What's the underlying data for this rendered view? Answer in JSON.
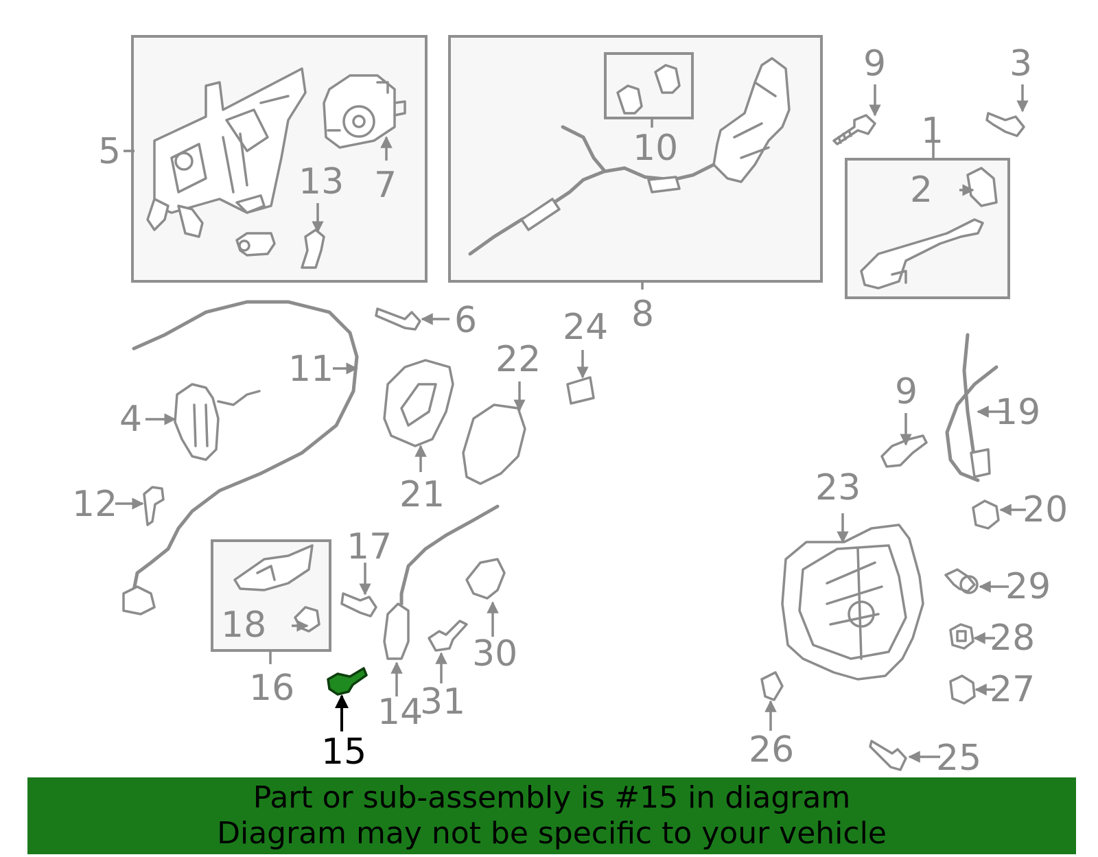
{
  "labels": {
    "p1": "1",
    "p2": "2",
    "p3": "3",
    "p4": "4",
    "p5": "5",
    "p6": "6",
    "p7": "7",
    "p8": "8",
    "p9a": "9",
    "p9b": "9",
    "p10": "10",
    "p11": "11",
    "p12": "12",
    "p13": "13",
    "p14": "14",
    "p15": "15",
    "p16": "16",
    "p17": "17",
    "p18": "18",
    "p19": "19",
    "p20": "20",
    "p21": "21",
    "p22": "22",
    "p23": "23",
    "p24": "24",
    "p25": "25",
    "p26": "26",
    "p27": "27",
    "p28": "28",
    "p29": "29",
    "p30": "30",
    "p31": "31"
  },
  "highlight": {
    "part_number": "15",
    "color": "#1f8a1f"
  },
  "banner": {
    "line1": "Part or sub-assembly is #15 in diagram",
    "line2": "Diagram may not be specific to your vehicle",
    "background": "#1a7a1a"
  }
}
